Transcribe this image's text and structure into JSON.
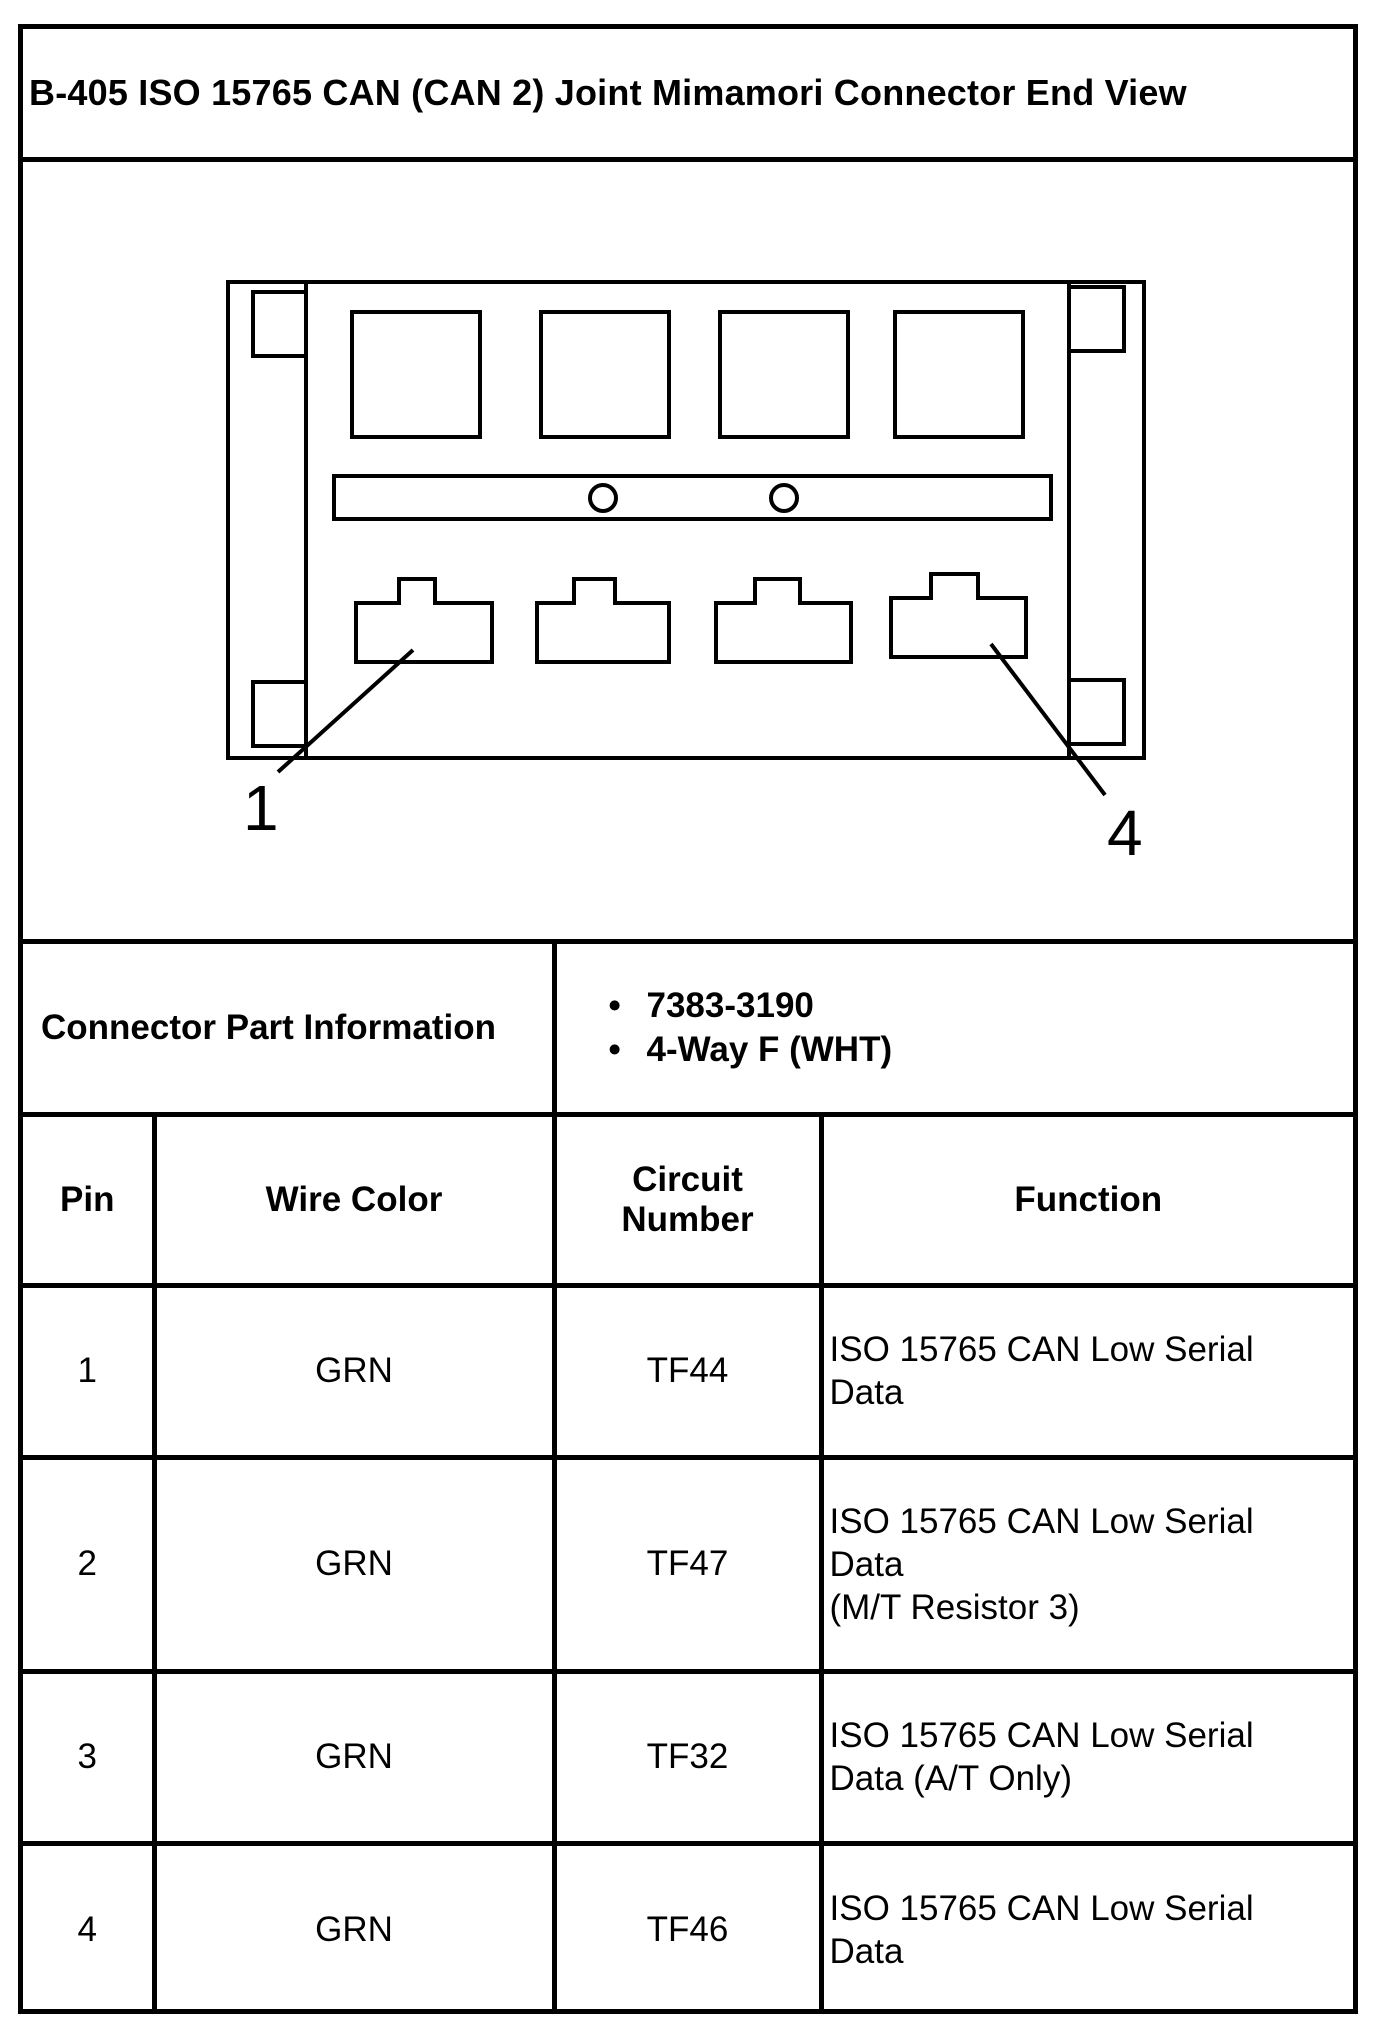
{
  "title": "B-405 ISO 15765 CAN (CAN 2) Joint Mimamori Connector End View",
  "diagram": {
    "pin_labels": [
      "1",
      "4"
    ]
  },
  "connector_info": {
    "label": "Connector Part Information",
    "items": [
      "7383-3190",
      "4-Way F (WHT)"
    ]
  },
  "table": {
    "headers": {
      "pin": "Pin",
      "wire_color": "Wire Color",
      "circuit_line1": "Circuit",
      "circuit_line2": "Number",
      "function": "Function"
    },
    "rows": [
      {
        "pin": "1",
        "wire_color": "GRN",
        "circuit": "TF44",
        "function_lines": [
          "ISO 15765 CAN Low Serial",
          "Data"
        ]
      },
      {
        "pin": "2",
        "wire_color": "GRN",
        "circuit": "TF47",
        "function_lines": [
          "ISO 15765 CAN Low Serial",
          "Data",
          "(M/T Resistor 3)"
        ]
      },
      {
        "pin": "3",
        "wire_color": "GRN",
        "circuit": "TF32",
        "function_lines": [
          "ISO 15765 CAN Low Serial",
          "Data (A/T Only)"
        ]
      },
      {
        "pin": "4",
        "wire_color": "GRN",
        "circuit": "TF46",
        "function_lines": [
          "ISO 15765 CAN Low Serial",
          "Data"
        ]
      }
    ]
  }
}
